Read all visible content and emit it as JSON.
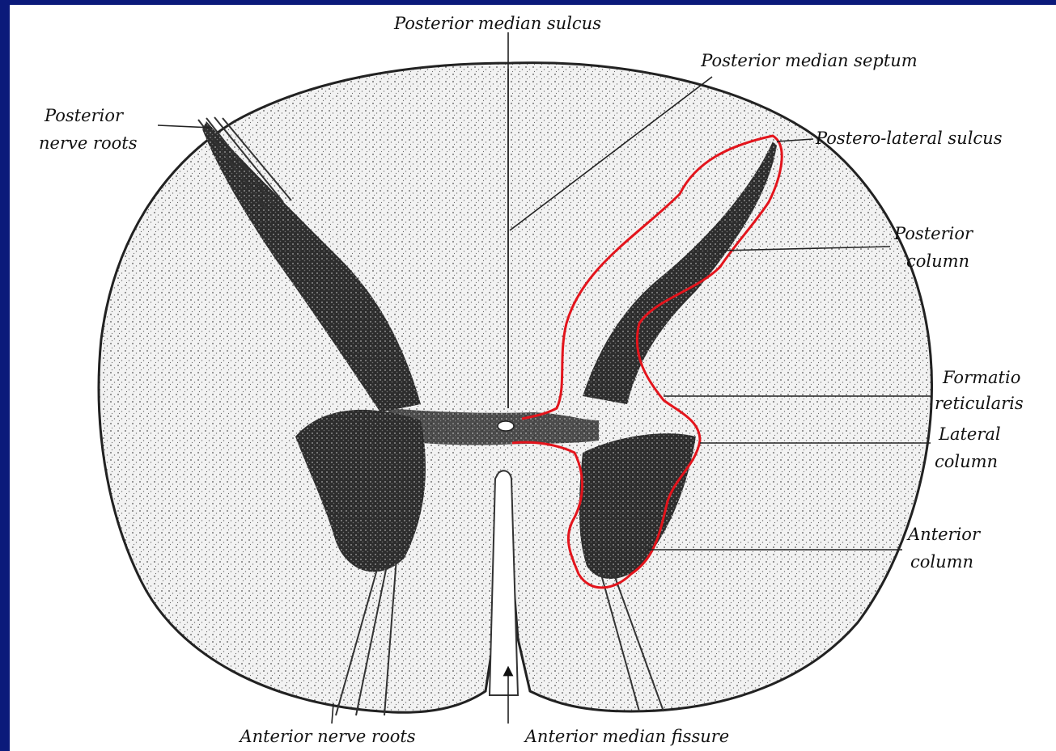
{
  "colors": {
    "border": "#0b1a7a",
    "outline": "#e3141c",
    "ink": "#111111",
    "grey_matter": "#3a3a3a"
  },
  "labels": {
    "posterior_median_sulcus": "Posterior median sulcus",
    "posterior_median_septum": "Posterior median septum",
    "posterior_nerve_roots_1": "Posterior",
    "posterior_nerve_roots_2": "nerve roots",
    "postero_lateral_sulcus": "Postero-lateral sulcus",
    "posterior_column_1": "Posterior",
    "posterior_column_2": "column",
    "formatio_1": "Formatio",
    "formatio_2": "reticularis",
    "lateral_column_1": "Lateral",
    "lateral_column_2": "column",
    "anterior_column_1": "Anterior",
    "anterior_column_2": "column",
    "anterior_nerve_roots": "Anterior nerve roots",
    "anterior_median_fissure": "Anterior median fissure"
  }
}
